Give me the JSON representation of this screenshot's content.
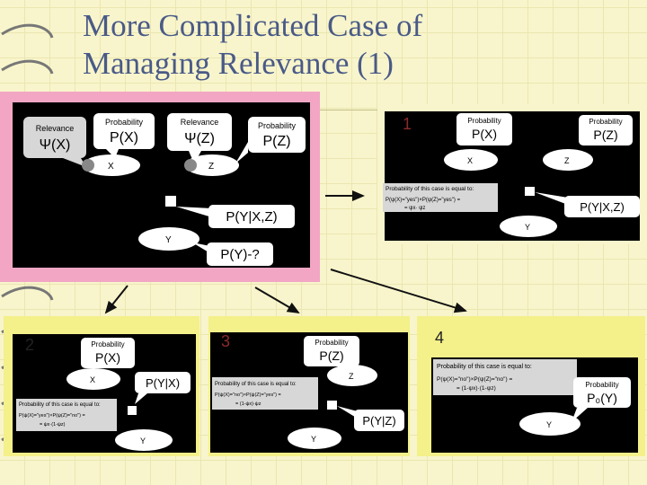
{
  "slide": {
    "title_line1": "More Complicated Case of",
    "title_line2": "Managing Relevance (1)"
  },
  "colors": {
    "panel_frame": "#f2a6c4",
    "bullet": "#1a1a1a",
    "title": "#4a5a87",
    "arrow": "#111111"
  },
  "diagram_main": {
    "relevance_x": "Relevance",
    "psi_x": "Ψ(X)",
    "prob_x": "Probability",
    "px": "P(X)",
    "relevance_z": "Relevance",
    "psi_z": "Ψ(Z)",
    "prob_z": "Probability",
    "pz": "P(Z)",
    "node_x": "X",
    "node_z": "Z",
    "node_y": "Y",
    "pyxz": "P(Y|X,Z)",
    "py": "P(Y)-?"
  },
  "diagram_1": {
    "number": "1",
    "prob_x": "Probability",
    "px": "P(X)",
    "prob_z": "Probability",
    "pz": "P(Z)",
    "node_x": "X",
    "node_z": "Z",
    "node_y": "Y",
    "pyxz": "P(Y|X,Z)",
    "case_title": "Probability of this case is equal to:",
    "case_line1": "P(ψ(X)=\"yes\")×P(ψ(Z)=\"yes\") =",
    "case_line2": "= ψx· ψz"
  },
  "diagram_2": {
    "number": "2",
    "prob_x": "Probability",
    "px": "P(X)",
    "node_x": "X",
    "node_y": "Y",
    "pyx": "P(Y|X)",
    "case_title": "Probability of this case is equal to:",
    "case_line1": "P(ψ(X)=\"yes\")×P(ψ(Z)=\"no\") =",
    "case_line2": "= ψx·(1-ψz)"
  },
  "diagram_3": {
    "number": "3",
    "prob_z": "Probability",
    "pz": "P(Z)",
    "node_z": "Z",
    "node_y": "Y",
    "pyz": "P(Y|Z)",
    "case_title": "Probability of this case is equal to:",
    "case_line1": "P(ψ(X)=\"no\")×P(ψ(Z)=\"yes\") =",
    "case_line2": "= (1-ψx)·ψz"
  },
  "diagram_4": {
    "number": "4",
    "case_title": "Probability of this case is equal to:",
    "case_line1": "P(ψ(X)=\"no\")×P(ψ(Z)=\"no\") =",
    "case_line2": "= (1-ψx)·(1-ψz)",
    "prob_label": "Probability",
    "p0y": "P₀(Y)",
    "node_y": "Y"
  }
}
